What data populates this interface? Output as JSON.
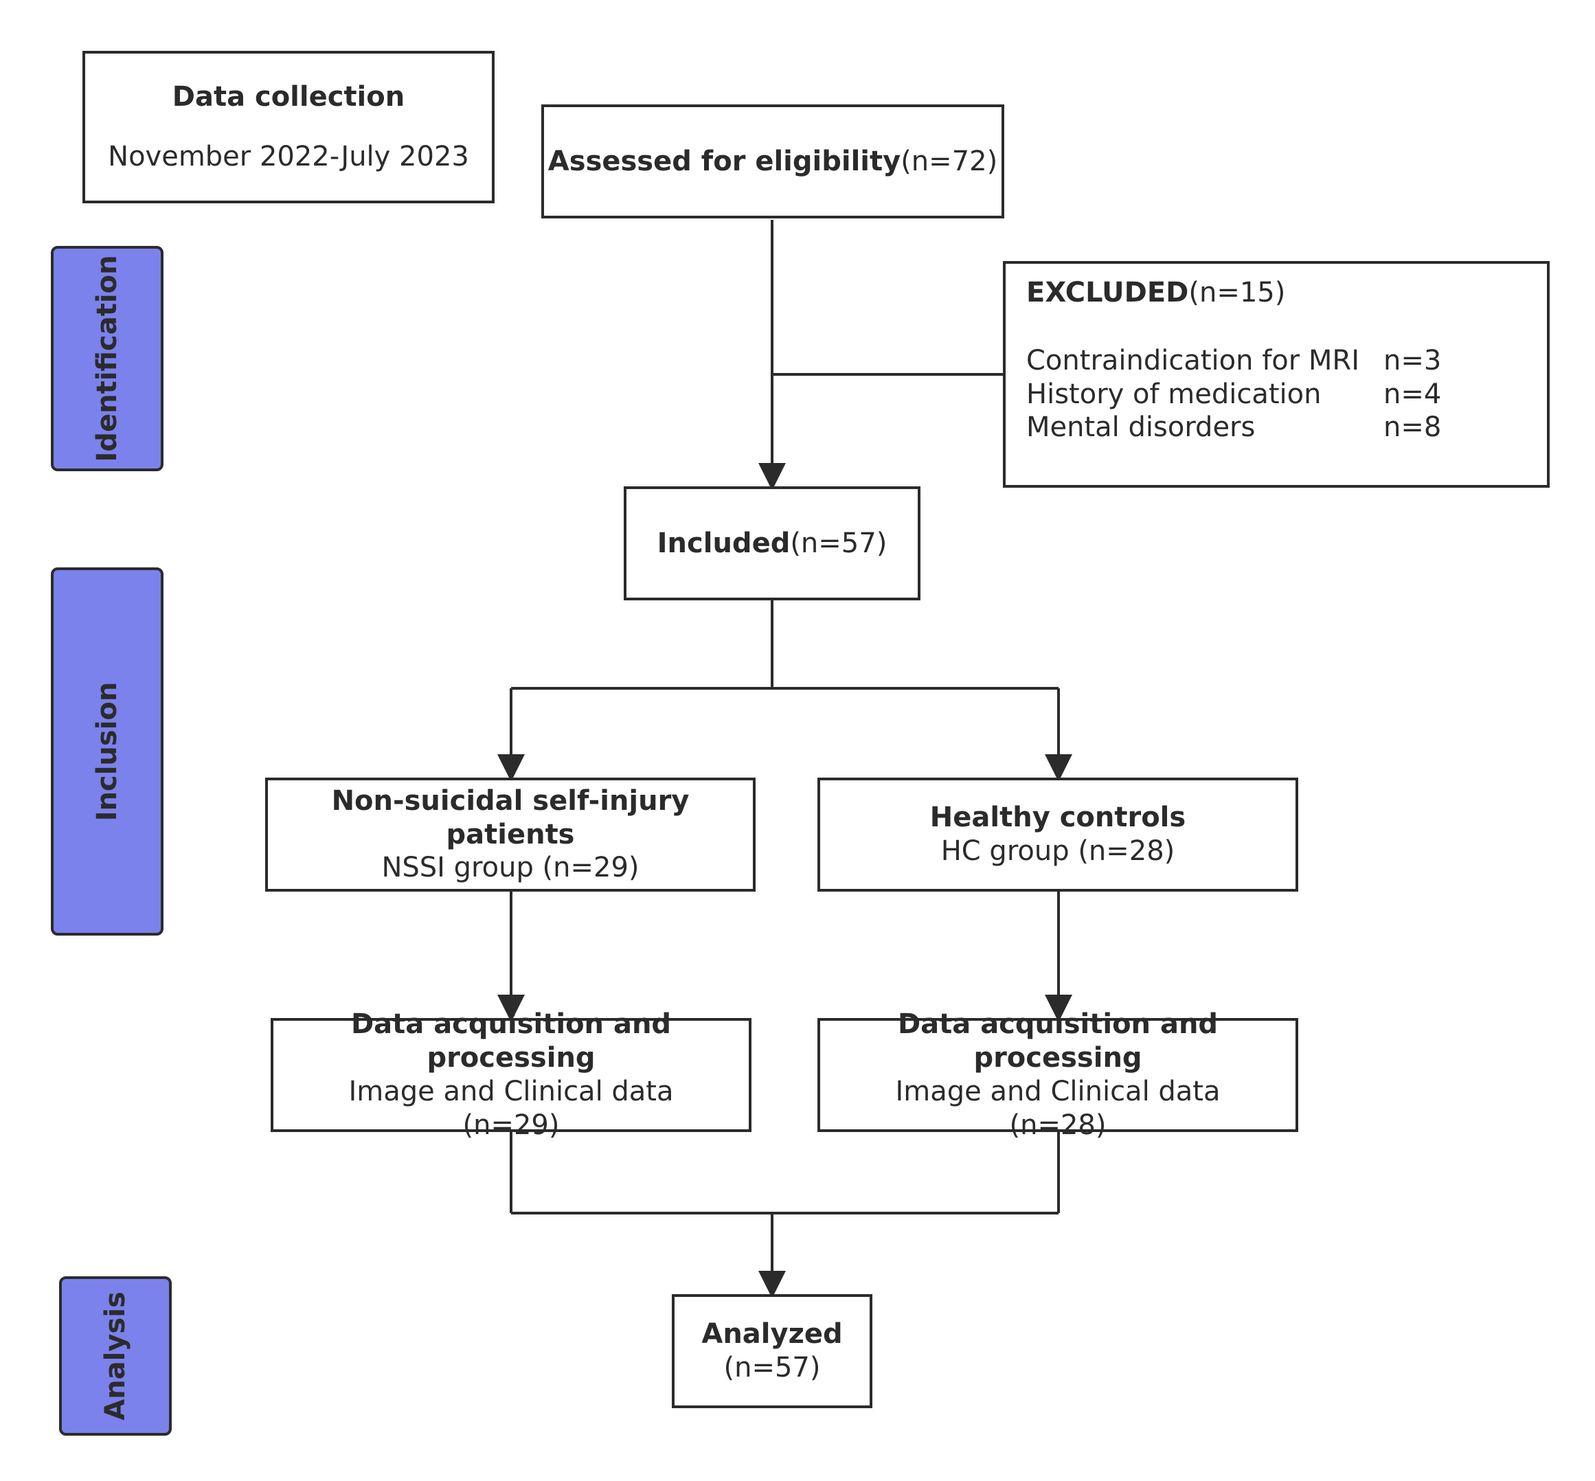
{
  "data_collection": {
    "title": "Data collection",
    "period": "November 2022-July 2023"
  },
  "phases": {
    "identification": "Identification",
    "inclusion": "Inclusion",
    "analysis": "Analysis"
  },
  "assessed": {
    "label": "Assessed for eligibility",
    "count": "(n=72)"
  },
  "excluded": {
    "label": "EXCLUDED",
    "count": "(n=15)",
    "reasons": [
      {
        "reason": "Contraindication for MRI",
        "n": "n=3"
      },
      {
        "reason": "History of medication",
        "n": "n=4"
      },
      {
        "reason": "Mental disorders",
        "n": "n=8"
      }
    ]
  },
  "included": {
    "label": "Included",
    "count": "(n=57)"
  },
  "nssi": {
    "title": "Non-suicidal self-injury patients",
    "subtitle": "NSSI group (n=29)"
  },
  "hc": {
    "title": "Healthy controls",
    "subtitle": "HC group (n=28)"
  },
  "nssi_data": {
    "title": "Data acquisition and processing",
    "subtitle": "Image and Clinical data",
    "count": "(n=29)"
  },
  "hc_data": {
    "title": "Data acquisition and processing",
    "subtitle": "Image and Clinical data",
    "count": "(n=28)"
  },
  "analyzed": {
    "label": "Analyzed",
    "count": "(n=57)"
  },
  "colors": {
    "phase_fill": "#7b82ec",
    "line": "#2b2b2b"
  }
}
